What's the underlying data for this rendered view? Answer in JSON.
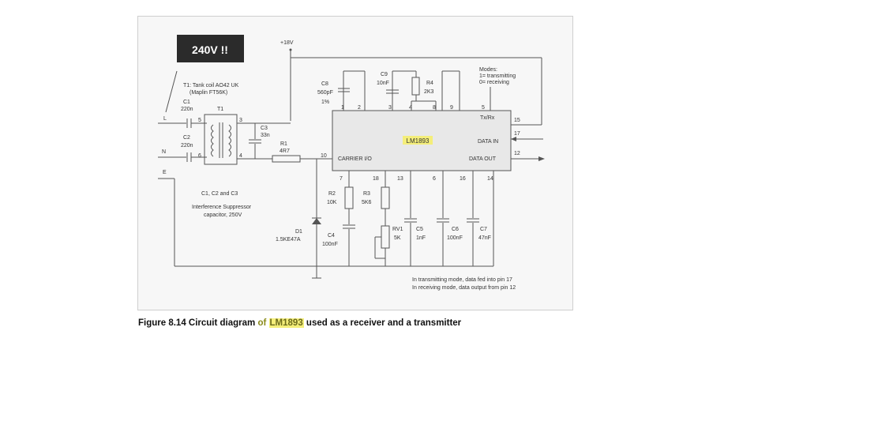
{
  "warning": "240V !!",
  "supply": "+18V",
  "modes": [
    "Modes:",
    "1= transmitting",
    "0= receiving"
  ],
  "t1_note": [
    "T1: Tank coil AO42 UK",
    "(Maplin FT56K)"
  ],
  "chip": {
    "name": "LM1893",
    "pin_labels": [
      "Tx/Rx",
      "DATA IN",
      "DATA OUT",
      "CARRIER I/O"
    ],
    "top_pins": [
      "1",
      "2",
      "3",
      "4",
      "8",
      "9",
      "5"
    ],
    "bottom_pins": [
      "7",
      "18",
      "13",
      "6",
      "16",
      "14"
    ],
    "right_pins": [
      "15",
      "17",
      "12"
    ],
    "left_pin": "10"
  },
  "terminals": [
    "L",
    "N",
    "E"
  ],
  "components": {
    "c1": [
      "C1",
      "220n"
    ],
    "c2": [
      "C2",
      "220n"
    ],
    "t1": "T1",
    "c3": [
      "C3",
      "33n"
    ],
    "r1": [
      "R1",
      "4R7"
    ],
    "c8": [
      "C8",
      "560pF",
      "1%"
    ],
    "c9": [
      "C9",
      "10nF"
    ],
    "r4": [
      "R4",
      "2K3"
    ],
    "r2": [
      "R2",
      "10K"
    ],
    "r3": [
      "R3",
      "5K6"
    ],
    "rv1": [
      "RV1",
      "5K"
    ],
    "c4": [
      "C4",
      "100nF"
    ],
    "c5": [
      "C5",
      "1nF"
    ],
    "c6": [
      "C6",
      "100nF"
    ],
    "c7": [
      "C7",
      "47nF"
    ],
    "d1": [
      "D1",
      "1.5KE47A"
    ]
  },
  "suppressor_note": [
    "C1, C2 and C3",
    "Interference Suppressor",
    "capacitor, 250V"
  ],
  "pin_note": [
    "In transmitting mode, data fed into pin 17",
    "In receiving mode, data output from pin 12"
  ],
  "caption": {
    "prefix": "Figure 8.14  Circuit diagram ",
    "of": "of ",
    "chip": "LM1893",
    "suffix": " used as a receiver and a transmitter"
  },
  "colors": {
    "highlight": "#f4ee7a",
    "wire": "#555555",
    "warning_bg": "#2b2b2b"
  }
}
